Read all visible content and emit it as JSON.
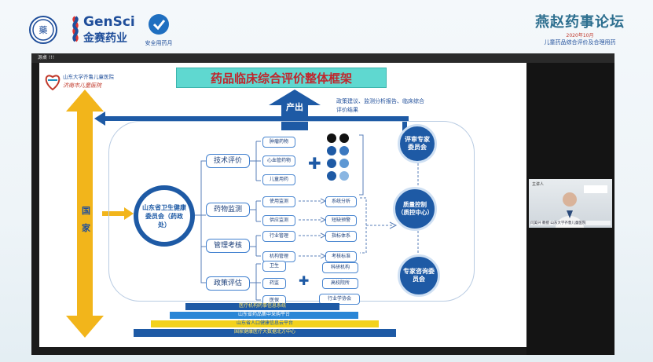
{
  "header": {
    "brand_en": "GenSci",
    "brand_cn": "金赛药业",
    "safe_label": "安全用药月",
    "forum_title": "燕赵药事论坛",
    "forum_sub_date": "2020年10月",
    "forum_subtitle": "儿童药品综合评价及合理用药"
  },
  "window": {
    "title": "源桌 !!!"
  },
  "slide": {
    "hospital_name": "山东大学齐鲁儿童医院",
    "hospital_name_2": "济南市儿童医院",
    "title": "药品临床综合评价整体框架",
    "output_label": "产出",
    "output_desc": "政策建议、监测分析报告、临床综合评价结果",
    "country_label": "国家",
    "commission": "山东省卫生健康委员会（药政处）",
    "categories": [
      {
        "label": "技术评价",
        "items": [
          "肿瘤药物",
          "心血管药物",
          "儿童用药"
        ]
      },
      {
        "label": "药物监测",
        "items": [
          "使用监测",
          "供应监测"
        ]
      },
      {
        "label": "管理考核",
        "items": [
          "行业管理",
          "机构管理"
        ]
      },
      {
        "label": "政策评估",
        "items": [
          "卫生",
          "药监",
          "医保"
        ]
      }
    ],
    "outputs": [
      "系统分析",
      "短缺预警",
      "指标体系",
      "考核标准",
      "科研机构",
      "高校院所",
      "行业学协会"
    ],
    "circles": {
      "review": "评审专家委员会",
      "quality": "质量控制（质控中心）",
      "consult": "专家咨询委员会"
    },
    "platforms": [
      "医疗机构药事信息系统",
      "山东省药品集中采购平台",
      "山东省人口健康信息云平台",
      "国家健康医疗大数据北方中心"
    ]
  },
  "video": {
    "name": "主讲人",
    "caption": "闫美兴 教授 山东大学齐鲁儿童医院"
  },
  "colors": {
    "accent": "#1e5aa5",
    "arrow": "#f2b51b",
    "title_bg": "#5fd8d0"
  }
}
